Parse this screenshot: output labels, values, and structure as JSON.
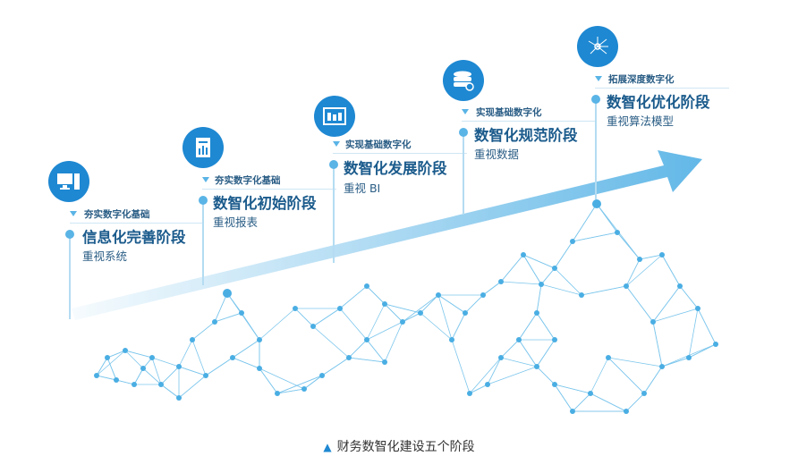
{
  "stages": [
    {
      "tag": "夯实数字化基础",
      "title": "信息化完善阶段",
      "subtitle": "重视系统",
      "icon": "computer-icon"
    },
    {
      "tag": "夯实数字化基础",
      "title": "数智化初始阶段",
      "subtitle": "重视报表",
      "icon": "report-chart-icon"
    },
    {
      "tag": "实现基础数字化",
      "title": "数智化发展阶段",
      "subtitle": "重视 BI",
      "icon": "dashboard-icon"
    },
    {
      "tag": "实现基础数字化",
      "title": "数智化规范阶段",
      "subtitle": "重视数据",
      "icon": "database-cloud-icon"
    },
    {
      "tag": "拓展深度数字化",
      "title": "数智化优化阶段",
      "subtitle": "重视算法模型",
      "icon": "network-algorithm-icon"
    }
  ],
  "caption": {
    "marker": "▲",
    "text": "财务数智化建设五个阶段"
  },
  "colors": {
    "accent": "#1e88d2",
    "title": "#1b5b8c",
    "line": "#5ab4e6"
  }
}
